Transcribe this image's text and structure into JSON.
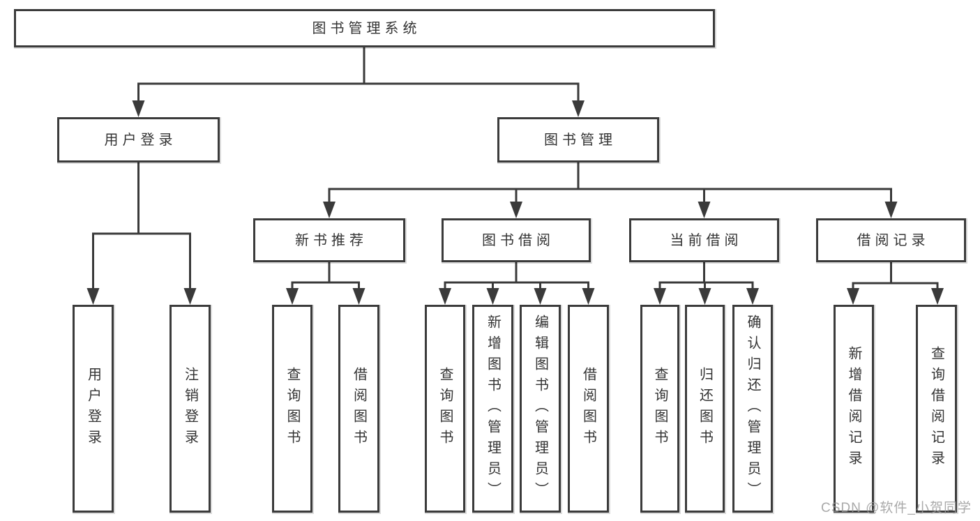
{
  "diagram": {
    "root": {
      "label": "图书管理系统"
    },
    "level2": {
      "user_login": "用户登录",
      "book_management": "图书管理"
    },
    "level3": {
      "new_book_recommend": "新书推荐",
      "book_borrow": "图书借阅",
      "current_borrow": "当前借阅",
      "borrow_record": "借阅记录"
    },
    "leaves": {
      "user_login": [
        "用户登录",
        "注销登录"
      ],
      "new_book_recommend": [
        "查询图书",
        "借阅图书"
      ],
      "book_borrow": [
        "查询图书",
        "新增图书（管理员）",
        "编辑图书（管理员）",
        "借阅图书"
      ],
      "current_borrow": [
        "查询图书",
        "归还图书",
        "确认归还（管理员）"
      ],
      "borrow_record": [
        "新增借阅记录",
        "查询借阅记录"
      ]
    },
    "colors": {
      "line": "#3a3a3a",
      "node_border": "#3b3b3b",
      "text": "#333333",
      "watermark": "#9a9a9a"
    },
    "watermark": "CSDN @软件_小贺同学"
  }
}
